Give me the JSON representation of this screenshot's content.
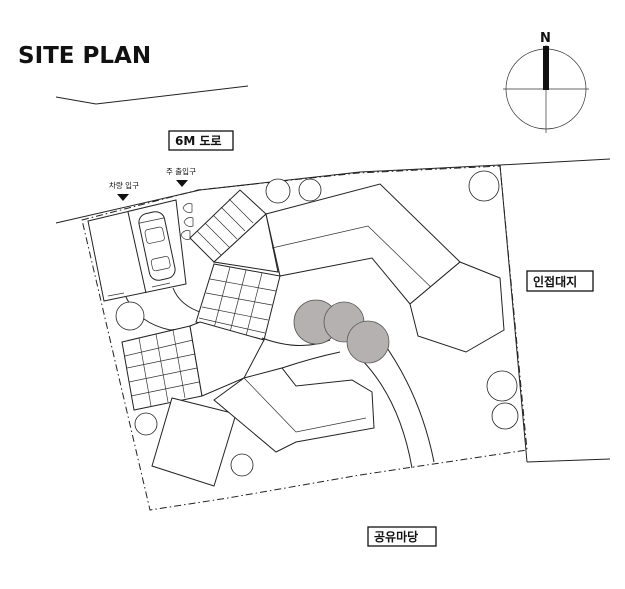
{
  "title": "SITE PLAN",
  "compass": {
    "north_label": "N"
  },
  "labels": {
    "road": "6M 도로",
    "neighbor": "인접대지",
    "commons": "공유마당",
    "vehicle_entrance": "차량 입구",
    "main_entrance": "주 출입구"
  }
}
